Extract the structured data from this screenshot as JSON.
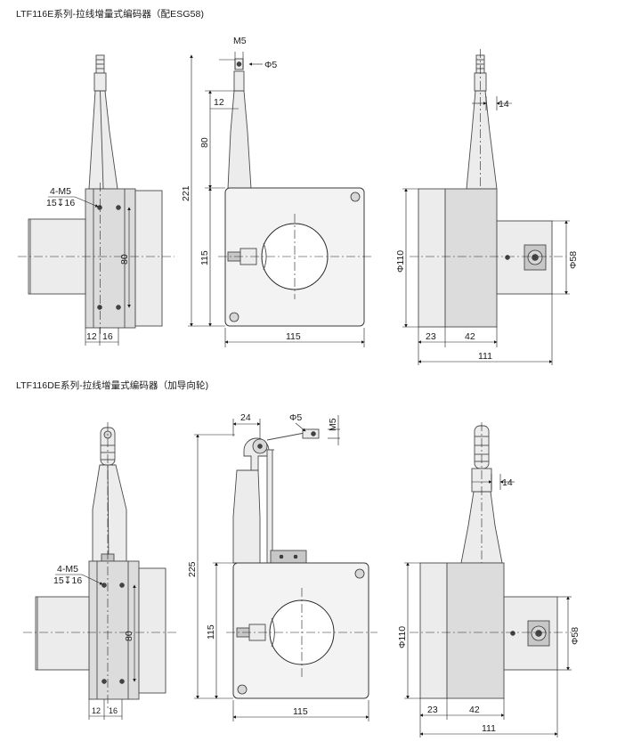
{
  "section1": {
    "title": "LTF116E系列-拉线增量式编码器（配ESG58)",
    "side_view": {
      "holes_label": "4-M5",
      "depth_label": "15↧16",
      "height_dim": "80",
      "dim_a": "12",
      "dim_b": "16"
    },
    "front_view": {
      "thread": "M5",
      "dia": "Φ5",
      "dim_12": "12",
      "total_height": "221",
      "upper_height": "80",
      "body_height": "115",
      "width": "115"
    },
    "back_view": {
      "dim_14": "14",
      "body_dia": "Φ110",
      "encoder_dia": "Φ58",
      "dim_23": "23",
      "dim_42": "42",
      "total": "111"
    }
  },
  "section2": {
    "title": "LTF116DE系列-拉线增量式编码器（加导向轮)",
    "side_view": {
      "holes_label": "4-M5",
      "depth_label": "15↧16",
      "height_dim": "80",
      "dim_a": "12",
      "dim_b": "16"
    },
    "front_view": {
      "dim_24": "24",
      "dia": "Φ5",
      "thread": "M5",
      "total_height": "225",
      "body_height": "115",
      "width": "115"
    },
    "back_view": {
      "dim_14": "14",
      "body_dia": "Φ110",
      "encoder_dia": "Φ58",
      "dim_23": "23",
      "dim_42": "42",
      "total": "111"
    }
  }
}
